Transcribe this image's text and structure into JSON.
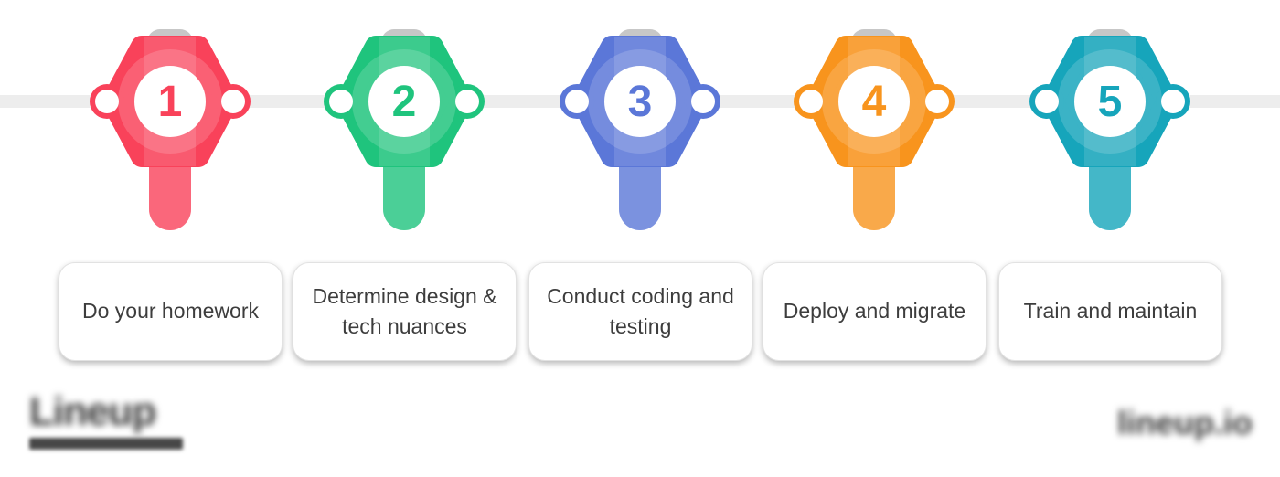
{
  "timeline": {
    "line_color": "#ededed",
    "steps": [
      {
        "number": "1",
        "color": "#F9425A",
        "label": "Do your homework"
      },
      {
        "number": "2",
        "color": "#1FC47D",
        "label": "Determine design & tech nuances"
      },
      {
        "number": "3",
        "color": "#5B77D8",
        "label": "Conduct coding and testing"
      },
      {
        "number": "4",
        "color": "#F8941D",
        "label": "Deploy and migrate"
      },
      {
        "number": "5",
        "color": "#16A5BB",
        "label": "Train and maintain"
      }
    ]
  },
  "watermarks": {
    "left_logo": "Lineup",
    "right_logo": "lineup.io"
  }
}
